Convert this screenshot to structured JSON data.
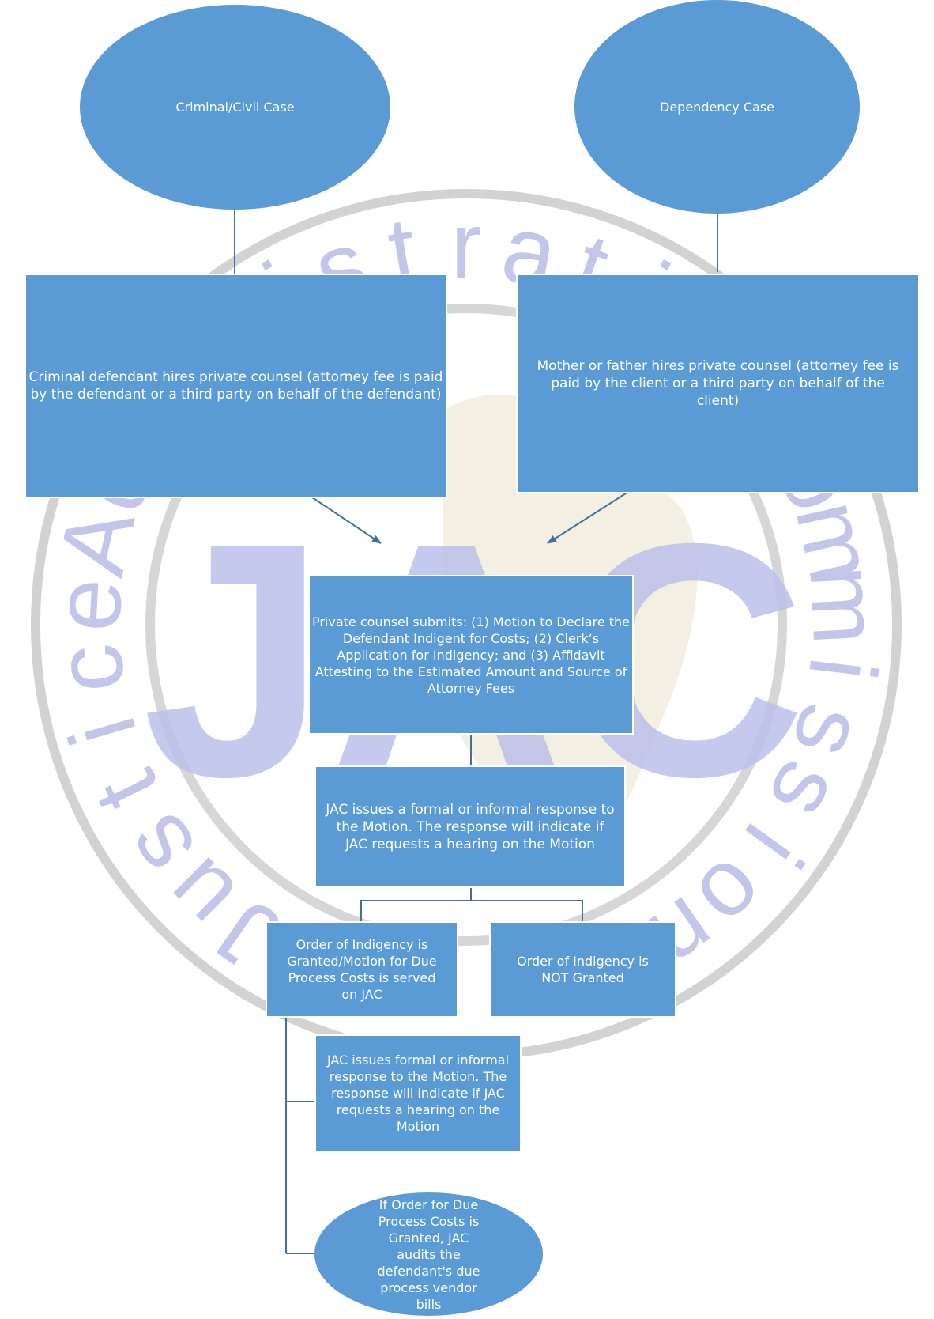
{
  "watermark": {
    "ring_text": [
      "J",
      "u",
      "s",
      "t",
      "i",
      "c",
      "e",
      "A",
      "d",
      "m",
      "i",
      "n",
      "i",
      "s",
      "t",
      "r",
      "a",
      "t",
      "i",
      "o",
      "n",
      "C",
      "o",
      "m",
      "m",
      "i",
      "s",
      "s",
      "i",
      "o",
      "n"
    ],
    "logo_text": "JAC",
    "ring_color": "#c8c8c8",
    "letter_color": "#c3c6ea",
    "logo_color": "#bcc0ea"
  },
  "colors": {
    "node_fill": "#5b9bd5",
    "connector": "#41719c",
    "text": "#ffffff"
  },
  "nodes": {
    "criminal_civil": {
      "label": "Criminal/Civil Case"
    },
    "dependency": {
      "label": "Dependency Case"
    },
    "criminal_hire": {
      "label": "Criminal defendant hires private counsel (attorney fee is paid by the defendant or a third party on behalf of the defendant)"
    },
    "mother_hire": {
      "label": "Mother or father hires private counsel (attorney fee is paid by the client or a third party on behalf of the client)"
    },
    "submits": {
      "label": "Private counsel submits: (1) Motion to Declare the Defendant Indigent for Costs; (2) Clerk’s Application for Indigency;  and (3) Affidavit Attesting to the Estimated Amount and Source of Attorney Fees"
    },
    "jac_response": {
      "label": "JAC issues a formal or informal response to the Motion.  The response will indicate if JAC requests a hearing on the Motion"
    },
    "granted": {
      "label": "Order of Indigency is Granted/Motion for Due Process Costs is served on JAC"
    },
    "not_granted": {
      "label": "Order of Indigency is NOT Granted"
    },
    "jac_response_2": {
      "label": "JAC issues formal or informal response to the Motion. The response will indicate if JAC requests a hearing on the Motion"
    },
    "audit": {
      "label": "If Order for Due Process Costs is Granted, JAC audits the defendant's due process vendor bills"
    }
  }
}
